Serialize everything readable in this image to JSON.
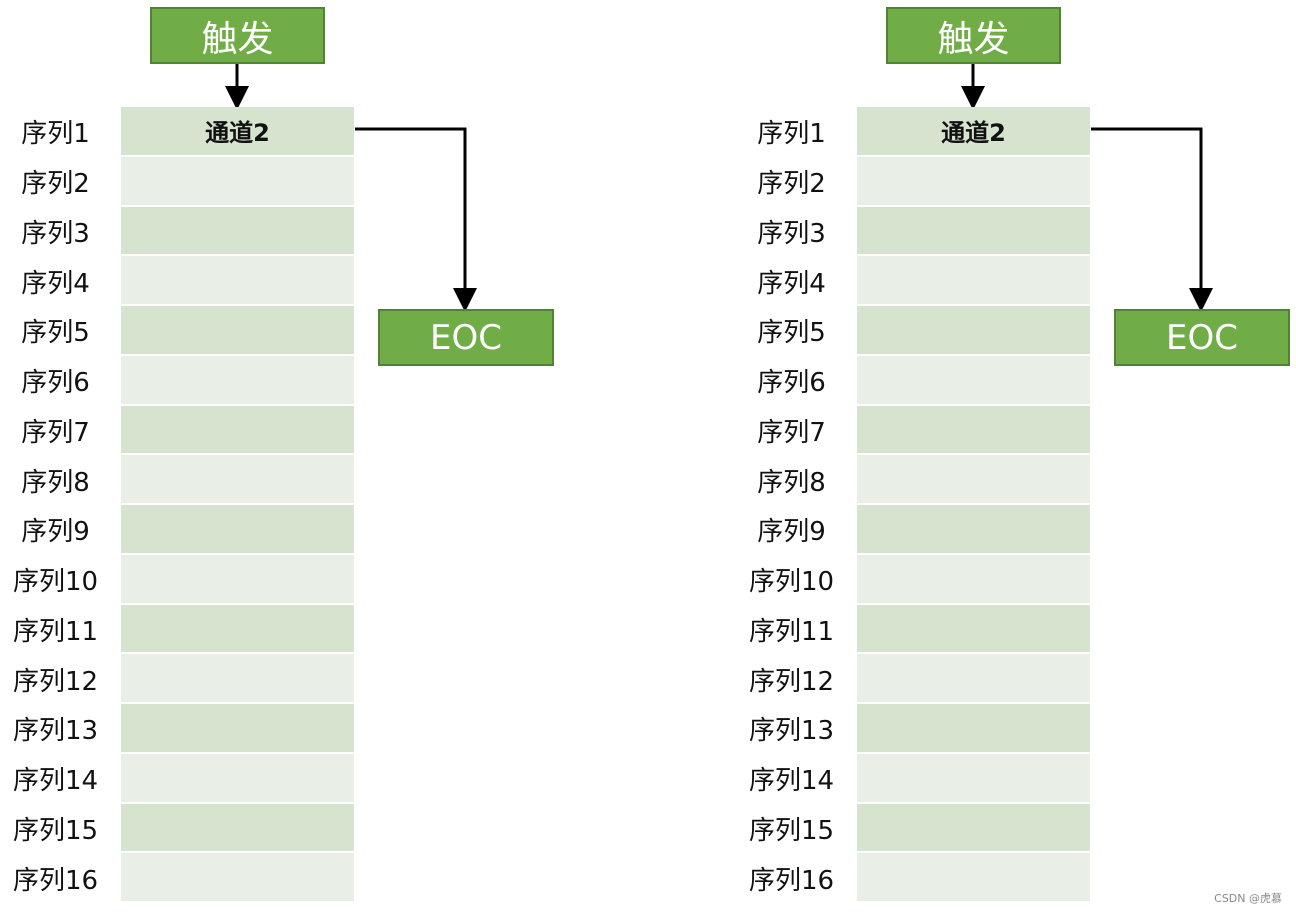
{
  "panels": [
    {
      "trigger_label": "触发",
      "eoc_label": "EOC",
      "rows": [
        {
          "label": "序列1",
          "cell": "通道2"
        },
        {
          "label": "序列2",
          "cell": ""
        },
        {
          "label": "序列3",
          "cell": ""
        },
        {
          "label": "序列4",
          "cell": ""
        },
        {
          "label": "序列5",
          "cell": ""
        },
        {
          "label": "序列6",
          "cell": ""
        },
        {
          "label": "序列7",
          "cell": ""
        },
        {
          "label": "序列8",
          "cell": ""
        },
        {
          "label": "序列9",
          "cell": ""
        },
        {
          "label": "序列10",
          "cell": ""
        },
        {
          "label": "序列11",
          "cell": ""
        },
        {
          "label": "序列12",
          "cell": ""
        },
        {
          "label": "序列13",
          "cell": ""
        },
        {
          "label": "序列14",
          "cell": ""
        },
        {
          "label": "序列15",
          "cell": ""
        },
        {
          "label": "序列16",
          "cell": ""
        }
      ]
    },
    {
      "trigger_label": "触发",
      "eoc_label": "EOC",
      "rows": [
        {
          "label": "序列1",
          "cell": "通道2"
        },
        {
          "label": "序列2",
          "cell": ""
        },
        {
          "label": "序列3",
          "cell": ""
        },
        {
          "label": "序列4",
          "cell": ""
        },
        {
          "label": "序列5",
          "cell": ""
        },
        {
          "label": "序列6",
          "cell": ""
        },
        {
          "label": "序列7",
          "cell": ""
        },
        {
          "label": "序列8",
          "cell": ""
        },
        {
          "label": "序列9",
          "cell": ""
        },
        {
          "label": "序列10",
          "cell": ""
        },
        {
          "label": "序列11",
          "cell": ""
        },
        {
          "label": "序列12",
          "cell": ""
        },
        {
          "label": "序列13",
          "cell": ""
        },
        {
          "label": "序列14",
          "cell": ""
        },
        {
          "label": "序列15",
          "cell": ""
        },
        {
          "label": "序列16",
          "cell": ""
        }
      ]
    }
  ],
  "colors": {
    "box_fill": "#70ad47",
    "box_border": "#548235",
    "row_dark": "#d6e3cf",
    "row_light": "#e9efe6",
    "arrow": "#000000"
  },
  "watermark": "CSDN @虎慕"
}
